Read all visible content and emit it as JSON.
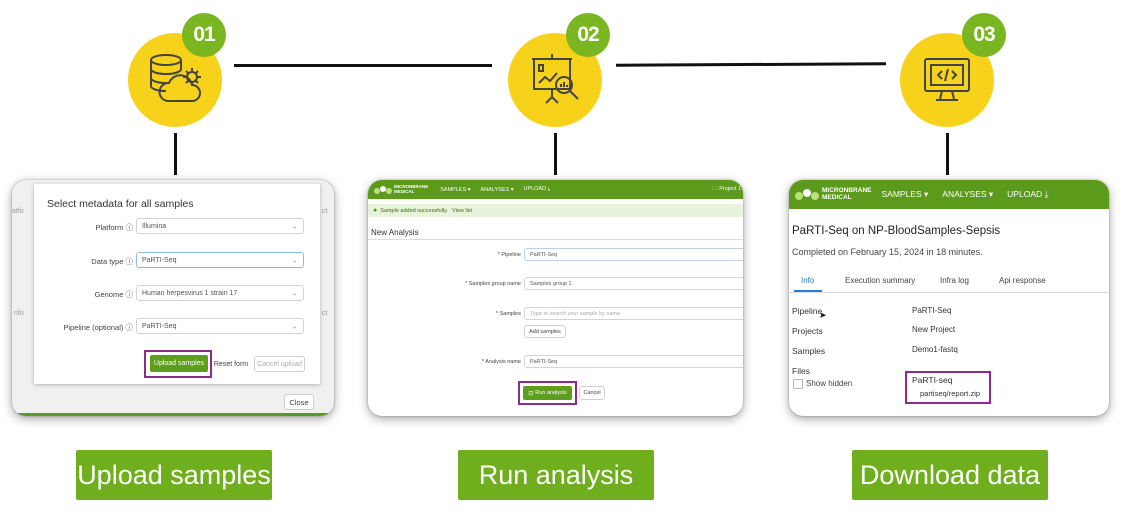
{
  "steps": [
    {
      "number": "01",
      "icon": "database-cloud-gear-icon",
      "cta": "Upload samples"
    },
    {
      "number": "02",
      "icon": "presentation-chart-magnifier-icon",
      "cta": "Run analysis"
    },
    {
      "number": "03",
      "icon": "monitor-code-icon",
      "cta": "Download data"
    }
  ],
  "colors": {
    "yellow": "#f7d21a",
    "badge_green": "#7ab621",
    "cta_green": "#6faf1e",
    "nav_green": "#5b9a1a",
    "highlight": "#8a2c8c"
  },
  "upload": {
    "title": "Select metadata for all samples",
    "fields": [
      {
        "label": "Platform",
        "value": "Illumina"
      },
      {
        "label": "Data type",
        "value": "PaRTI-Seq"
      },
      {
        "label": "Genome",
        "value": "Human herpesvirus 1 strain 17"
      },
      {
        "label": "Pipeline (optional)",
        "value": "PaRTI-Seq"
      }
    ],
    "upload_button": "Upload samples",
    "reset_button": "Reset form",
    "cancel_button": "Cancel upload",
    "close_button": "Close",
    "bg_left_1": "atfo",
    "bg_left_2": "nfo",
    "bg_right_1": "ct",
    "bg_right_2": "ct"
  },
  "run": {
    "logo_line1": "MICRONBRANE",
    "logo_line2": "MEDICAL",
    "nav": [
      "SAMPLES ▾",
      "ANALYSES ▾",
      "UPLOAD ⤓"
    ],
    "project": "🗀 Project 1",
    "alert": "Sample added successfully.",
    "alert_link": "View list",
    "section_title": "New Analysis",
    "fields": [
      {
        "label": "* Pipeline",
        "value": "PaRTI-Seq"
      },
      {
        "label": "* Samples group name",
        "value": "Samples group 1"
      },
      {
        "label": "* Samples",
        "placeholder": "Type to search your sample by name"
      },
      {
        "label": "* Analysis name",
        "value": "PaRTI-Seq"
      }
    ],
    "add_samples": "Add samples",
    "run_button": "Run analysis",
    "cancel_button": "Cancel"
  },
  "download": {
    "logo_line1": "MICRONBRANE",
    "logo_line2": "MEDICAL",
    "nav": [
      "SAMPLES ▾",
      "ANALYSES ▾",
      "UPLOAD ⤓"
    ],
    "title": "PaRTI-Seq on NP-BloodSamples-Sepsis",
    "completed": "Completed on February 15, 2024 in 18 minutes.",
    "tabs": [
      "Info",
      "Execution summary",
      "Infra log",
      "Api response"
    ],
    "rows": [
      {
        "key": "Pipeline",
        "value": "PaRTI-Seq"
      },
      {
        "key": "Projects",
        "value": "New Project"
      },
      {
        "key": "Samples",
        "value": "Demo1-fastq"
      }
    ],
    "files_label": "Files",
    "show_hidden": "Show hidden",
    "file_group": "PaRTI-seq",
    "file_name": "partiseq/report.zip"
  }
}
